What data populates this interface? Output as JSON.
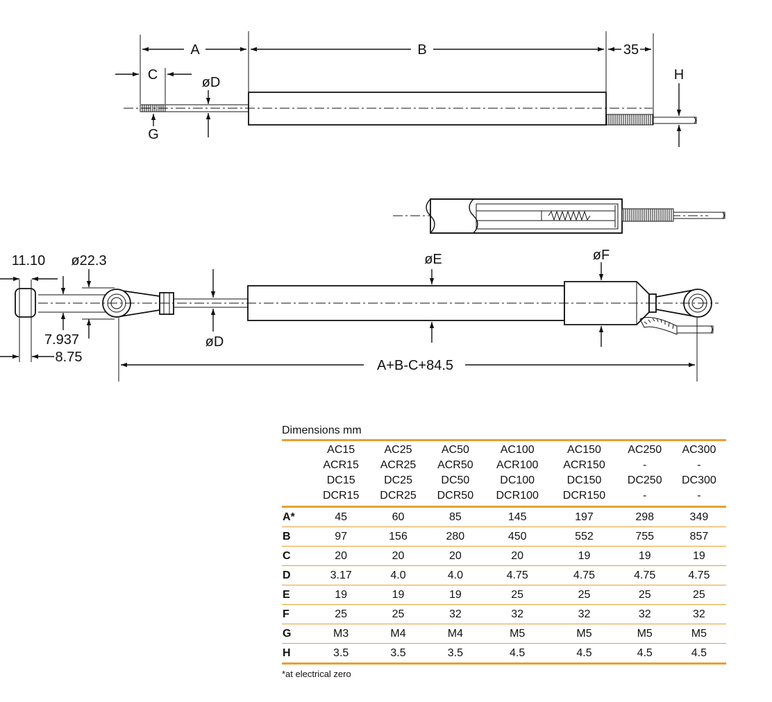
{
  "labels": {
    "top_a": "A",
    "top_b": "B",
    "top_35": "35",
    "top_c": "C",
    "top_d": "øD",
    "top_g": "G",
    "top_h": "H",
    "dim_11_10": "11.10",
    "dim_22_3": "ø22.3",
    "dim_7_937": "7.937",
    "dim_8_75": "8.75",
    "bottom_e": "øE",
    "bottom_f": "øF",
    "bottom_d": "øD",
    "overall": "A+B-C+84.5"
  },
  "table": {
    "title": "Dimensions mm",
    "columns": [
      [
        "AC15",
        "ACR15",
        "DC15",
        "DCR15"
      ],
      [
        "AC25",
        "ACR25",
        "DC25",
        "DCR25"
      ],
      [
        "AC50",
        "ACR50",
        "DC50",
        "DCR50"
      ],
      [
        "AC100",
        "ACR100",
        "DC100",
        "DCR100"
      ],
      [
        "AC150",
        "ACR150",
        "DC150",
        "DCR150"
      ],
      [
        "AC250",
        "-",
        "DC250",
        "-"
      ],
      [
        "AC300",
        "-",
        "DC300",
        "-"
      ]
    ],
    "rows": [
      {
        "label": "A*",
        "values": [
          "45",
          "60",
          "85",
          "145",
          "197",
          "298",
          "349"
        ]
      },
      {
        "label": "B",
        "values": [
          "97",
          "156",
          "280",
          "450",
          "552",
          "755",
          "857"
        ]
      },
      {
        "label": "C",
        "values": [
          "20",
          "20",
          "20",
          "20",
          "19",
          "19",
          "19"
        ]
      },
      {
        "label": "D",
        "values": [
          "3.17",
          "4.0",
          "4.0",
          "4.75",
          "4.75",
          "4.75",
          "4.75"
        ]
      },
      {
        "label": "E",
        "values": [
          "19",
          "19",
          "19",
          "25",
          "25",
          "25",
          "25"
        ]
      },
      {
        "label": "F",
        "values": [
          "25",
          "25",
          "32",
          "32",
          "32",
          "32",
          "32"
        ]
      },
      {
        "label": "G",
        "values": [
          "M3",
          "M4",
          "M4",
          "M5",
          "M5",
          "M5",
          "M5"
        ]
      },
      {
        "label": "H",
        "values": [
          "3.5",
          "3.5",
          "3.5",
          "4.5",
          "4.5",
          "4.5",
          "4.5"
        ]
      }
    ],
    "footnote": "*at electrical zero",
    "accent_color": "#e8a030"
  }
}
